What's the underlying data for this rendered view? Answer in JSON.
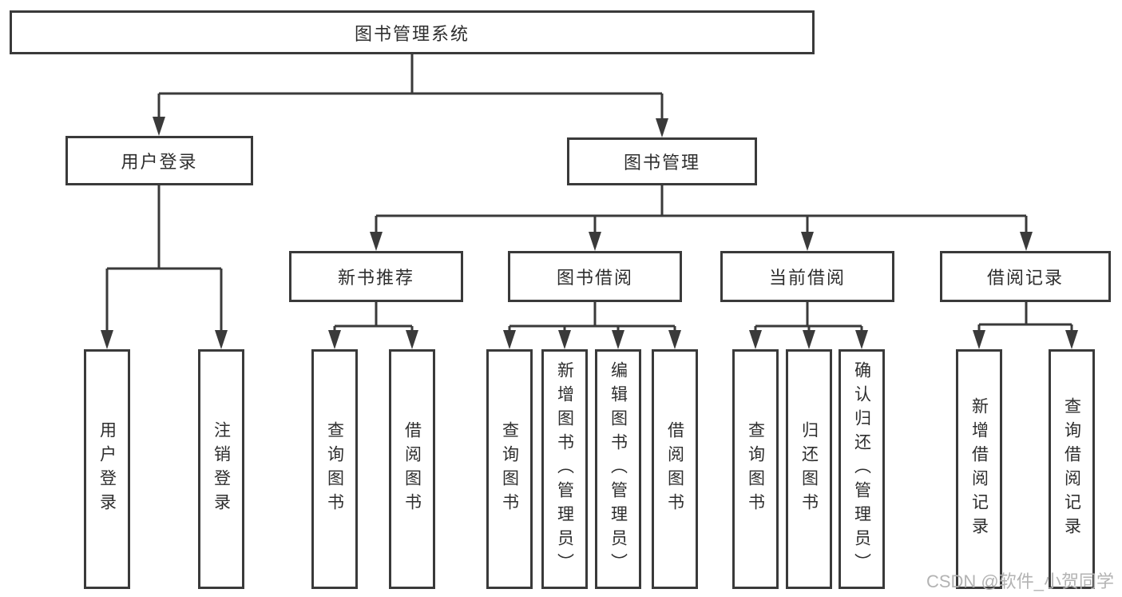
{
  "root": {
    "label": "图书管理系统"
  },
  "branches": [
    {
      "label": "用户登录",
      "children": [
        {
          "label": "用户登录"
        },
        {
          "label": "注销登录"
        }
      ]
    },
    {
      "label": "图书管理",
      "children": [
        {
          "label": "新书推荐",
          "children": [
            {
              "label": "查询图书"
            },
            {
              "label": "借阅图书"
            }
          ]
        },
        {
          "label": "图书借阅",
          "children": [
            {
              "label": "查询图书"
            },
            {
              "label": "新增图书（管理员）"
            },
            {
              "label": "编辑图书（管理员）"
            },
            {
              "label": "借阅图书"
            }
          ]
        },
        {
          "label": "当前借阅",
          "children": [
            {
              "label": "查询图书"
            },
            {
              "label": "归还图书"
            },
            {
              "label": "确认归还（管理员）"
            }
          ]
        },
        {
          "label": "借阅记录",
          "children": [
            {
              "label": "新增借阅记录"
            },
            {
              "label": "查询借阅记录"
            }
          ]
        }
      ]
    }
  ],
  "watermark": "CSDN @软件_小贺同学",
  "colors": {
    "line": "#3a3a3a",
    "text": "#2e2e2e",
    "watermark": "#b3b3b3",
    "background": "#ffffff"
  }
}
